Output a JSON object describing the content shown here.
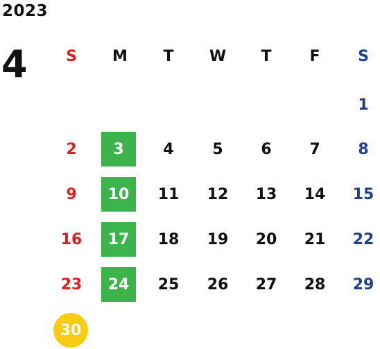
{
  "year": "2023",
  "month": "4",
  "weekdays": [
    "S",
    "M",
    "T",
    "W",
    "T",
    "F",
    "S"
  ],
  "weeks": [
    [
      "",
      "",
      "",
      "",
      "",
      "",
      "1"
    ],
    [
      "2",
      "3",
      "4",
      "5",
      "6",
      "7",
      "8"
    ],
    [
      "9",
      "10",
      "11",
      "12",
      "13",
      "14",
      "15"
    ],
    [
      "16",
      "17",
      "18",
      "19",
      "20",
      "21",
      "22"
    ],
    [
      "23",
      "24",
      "25",
      "26",
      "27",
      "28",
      "29"
    ],
    [
      "30",
      "",
      "",
      "",
      "",
      "",
      ""
    ]
  ],
  "highlighted_days": [
    "3",
    "10",
    "17",
    "24"
  ],
  "today": "30",
  "colors": {
    "sunday": "#e02020",
    "saturday": "#1f3f8f",
    "highlight": "#3cb44b",
    "today": "#f7cc12"
  }
}
